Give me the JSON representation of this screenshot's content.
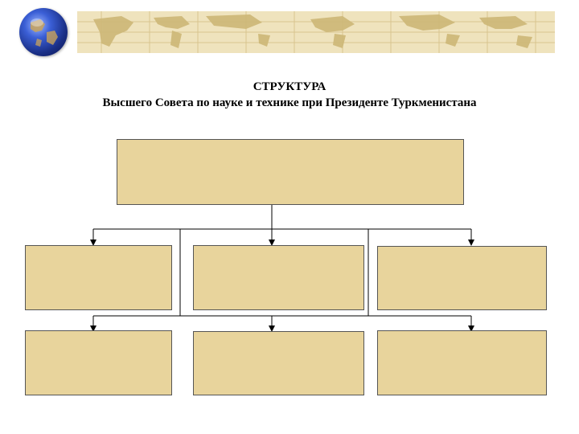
{
  "title": {
    "line1": "СТРУКТУРА",
    "line2": "Высшего Совета по науке и технике при Президенте Туркменистана"
  },
  "colors": {
    "box_fill": "#e8d49c",
    "box_border": "#555555",
    "map_strip": "#efe3bd",
    "connector": "#000000"
  },
  "icons": {
    "globe": "globe-icon",
    "map": "world-map-strip"
  }
}
